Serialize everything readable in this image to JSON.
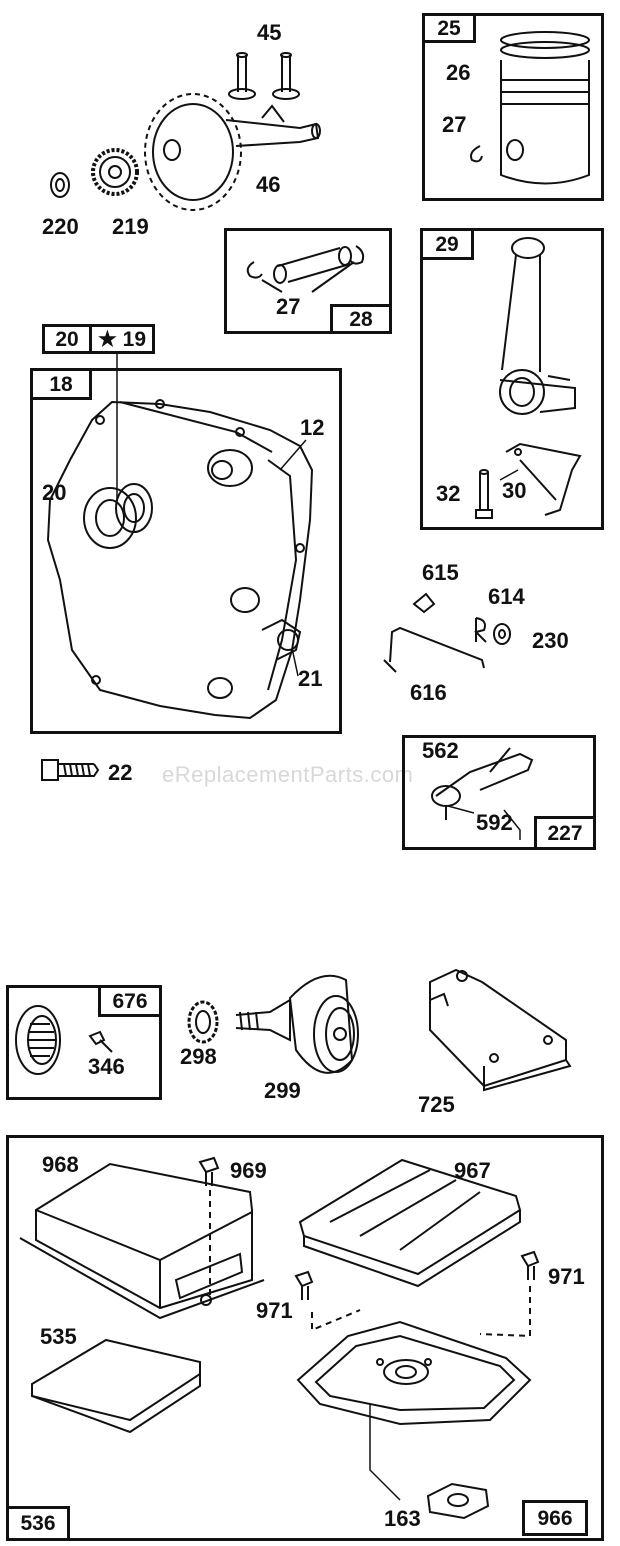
{
  "watermark": "eReplacementParts.com",
  "labels": {
    "l45": "45",
    "l46": "46",
    "l220": "220",
    "l219": "219",
    "l25": "25",
    "l26": "26",
    "l27a": "27",
    "l27b": "27",
    "l28": "28",
    "l20t": "20",
    "l19t": "★ 19",
    "l18": "18",
    "l12": "12",
    "l20": "20",
    "l21": "21",
    "l22": "22",
    "l29": "29",
    "l32": "32",
    "l30": "30",
    "l615": "615",
    "l614": "614",
    "l230": "230",
    "l616": "616",
    "l562": "562",
    "l592": "592",
    "l227": "227",
    "l676": "676",
    "l346": "346",
    "l298": "298",
    "l299": "299",
    "l725": "725",
    "l968": "968",
    "l969": "969",
    "l967": "967",
    "l971a": "971",
    "l971b": "971",
    "l535": "535",
    "l536": "536",
    "l163": "163",
    "l966": "966"
  }
}
